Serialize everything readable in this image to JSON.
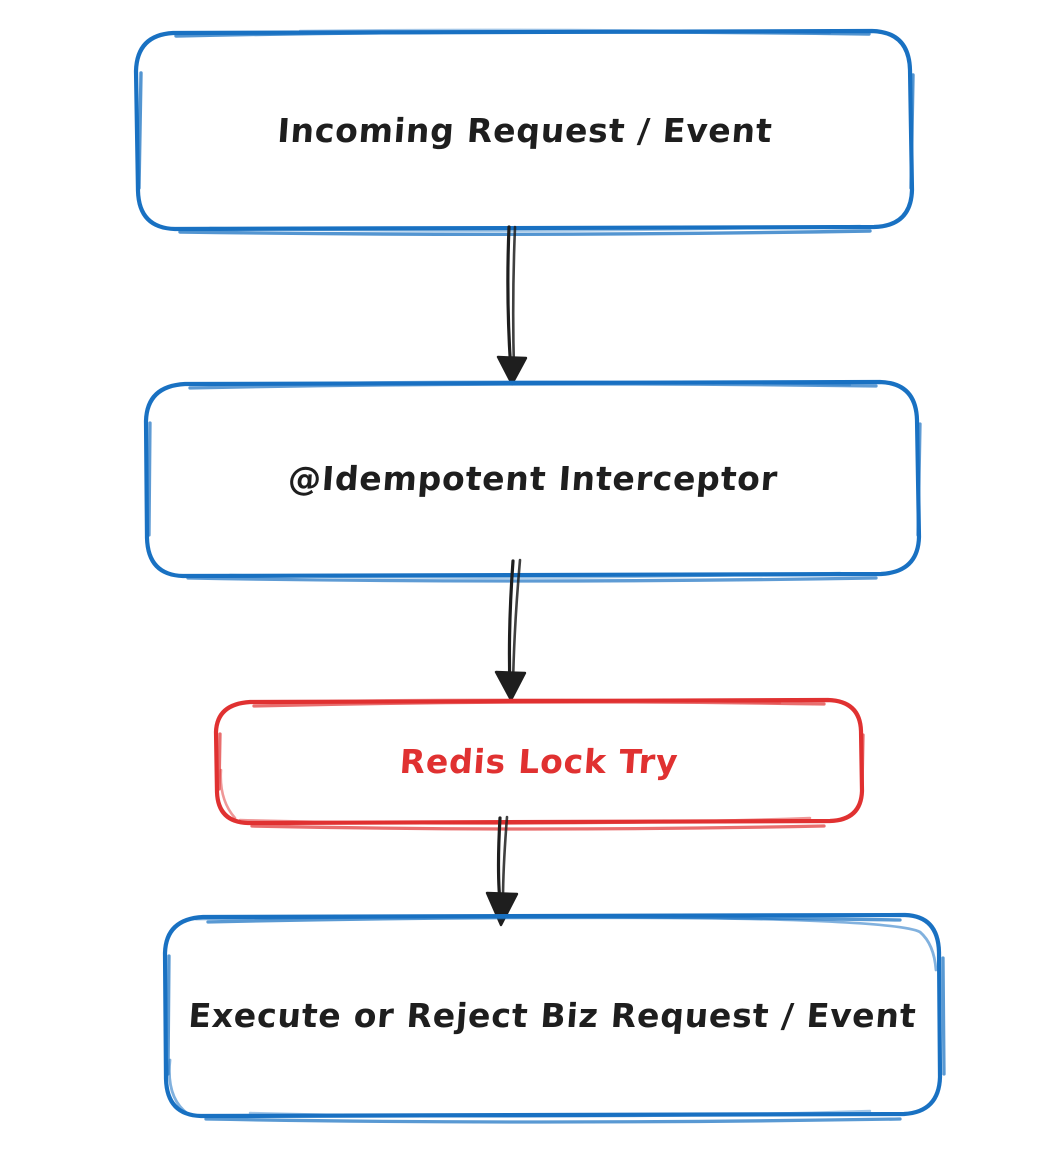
{
  "diagram": {
    "type": "flowchart",
    "orientation": "top-to-bottom",
    "style": "hand-drawn-sketch",
    "background_color": "#ffffff",
    "nodes": [
      {
        "id": "incoming",
        "label": "Incoming Request / Event",
        "shape": "rounded-rectangle",
        "stroke_color": "#1971c2",
        "text_color": "#1e1e1e",
        "fill": "transparent"
      },
      {
        "id": "interceptor",
        "label": "@Idempotent Interceptor",
        "shape": "rounded-rectangle",
        "stroke_color": "#1971c2",
        "text_color": "#1e1e1e",
        "fill": "transparent"
      },
      {
        "id": "redis-lock",
        "label": "Redis Lock Try",
        "shape": "rounded-rectangle",
        "stroke_color": "#e03131",
        "text_color": "#e03131",
        "fill": "transparent"
      },
      {
        "id": "execute",
        "label": "Execute or Reject Biz Request / Event",
        "shape": "rounded-rectangle",
        "stroke_color": "#1971c2",
        "text_color": "#1e1e1e",
        "fill": "transparent"
      }
    ],
    "edges": [
      {
        "id": "e1",
        "from": "incoming",
        "to": "interceptor",
        "label": "",
        "arrowhead": "triangle",
        "stroke_color": "#1e1e1e"
      },
      {
        "id": "e2",
        "from": "interceptor",
        "to": "redis-lock",
        "label": "",
        "arrowhead": "triangle",
        "stroke_color": "#1e1e1e"
      },
      {
        "id": "e3",
        "from": "redis-lock",
        "to": "execute",
        "label": "",
        "arrowhead": "triangle",
        "stroke_color": "#1e1e1e"
      }
    ],
    "colors": {
      "blue": "#1971c2",
      "red": "#e03131",
      "ink": "#1e1e1e"
    }
  }
}
